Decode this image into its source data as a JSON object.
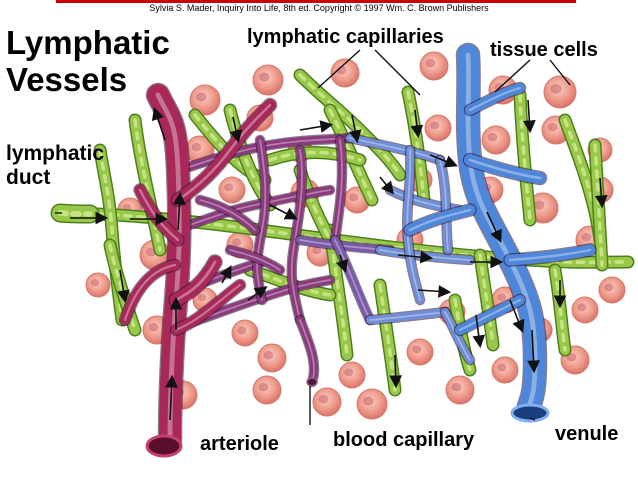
{
  "credit_line": "Sylvia S. Mader, Inquiry Into Life, 8th ed. Copyright © 1997 Wm. C. Brown Publishers",
  "title_line1": "Lymphatic",
  "title_line2": "Vessels",
  "labels": {
    "lymphatic_capillaries": "lymphatic capillaries",
    "tissue_cells": "tissue cells",
    "lymphatic_duct_line1": "lymphatic",
    "lymphatic_duct_line2": "duct",
    "arteriole": "arteriole",
    "blood_capillary": "blood capillary",
    "venule": "venule"
  },
  "colors": {
    "artery": "#a8285a",
    "vein": "#4e86d9",
    "lymph": "#98c84a",
    "tissue_cell": "#f0a090",
    "top_rule": "#cc0000"
  }
}
